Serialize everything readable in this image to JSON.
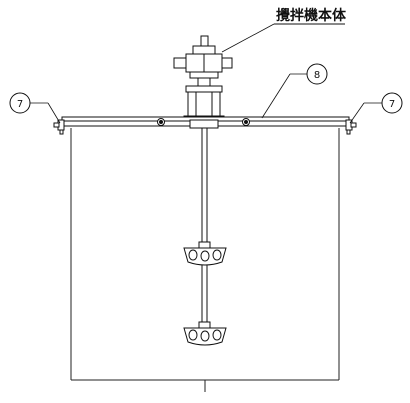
{
  "labels": {
    "main_body": "攪拌機本体",
    "callout_left": "7",
    "callout_right": "7",
    "callout_bar": "8"
  }
}
